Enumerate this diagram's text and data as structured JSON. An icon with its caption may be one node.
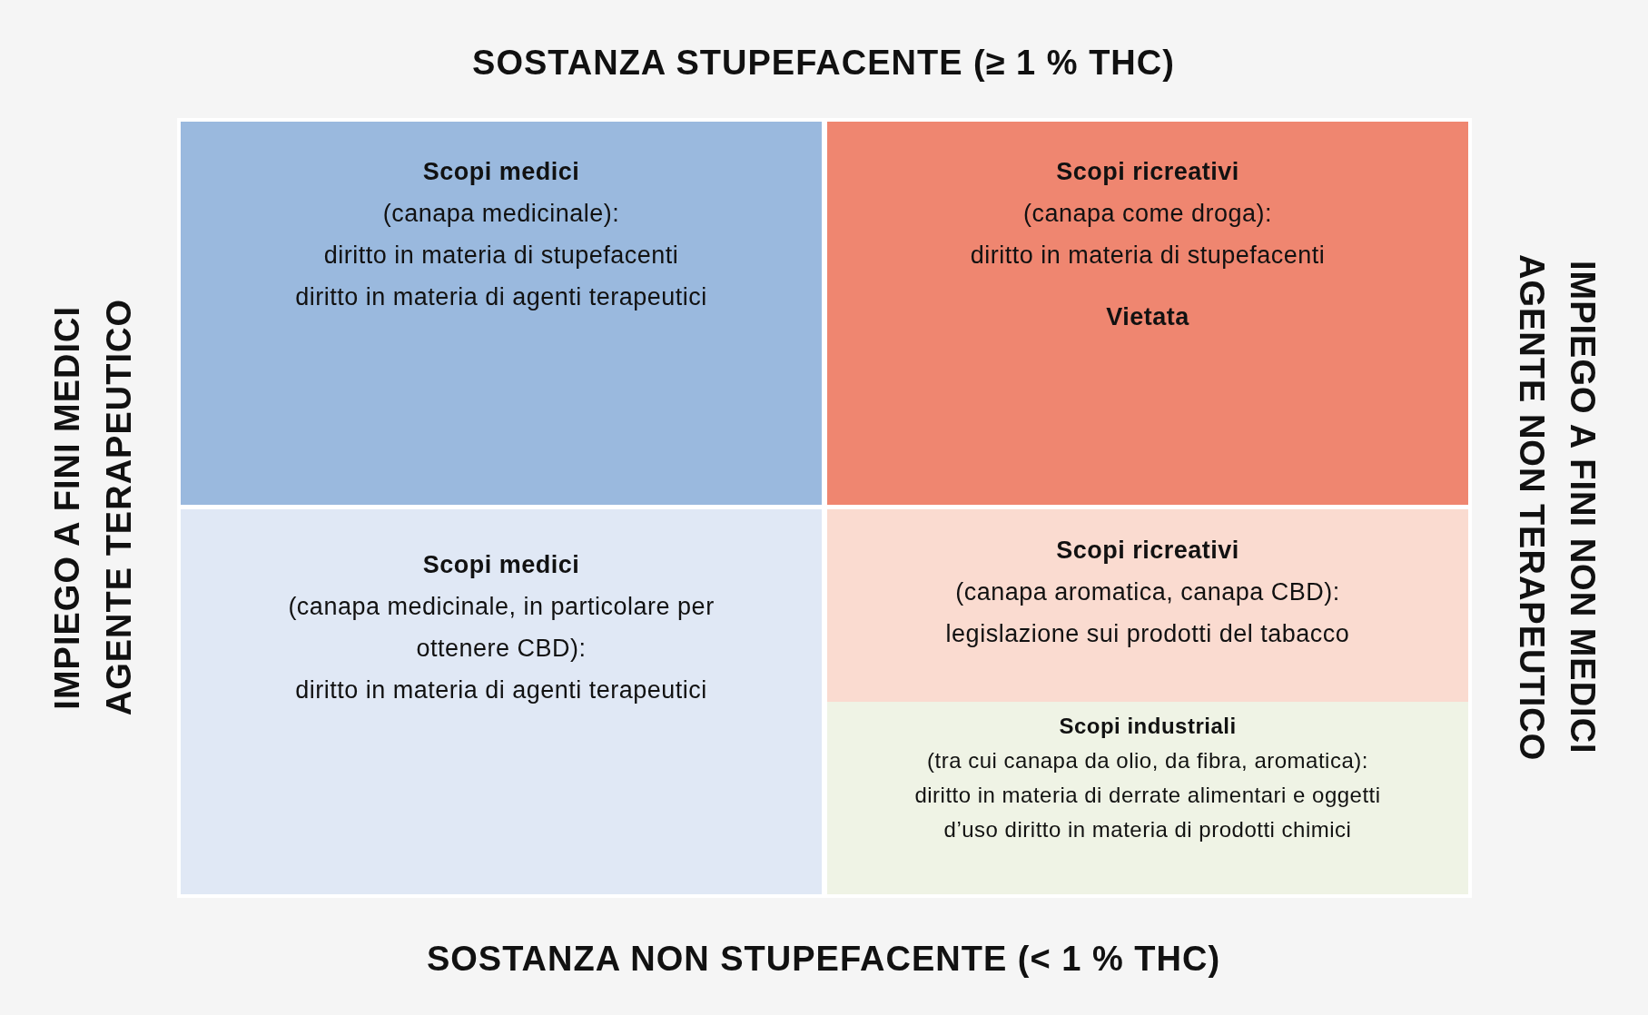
{
  "diagram": {
    "nodes": [
      {
        "text": [
          "Scopi medici",
          "(canapa medicinale):",
          "diritto in materia di stupefacenti",
          "diritto in materia di agenti terapeutici"
        ]
      },
      {
        "text": [
          "Scopi ricreativi",
          "(canapa come droga):",
          "diritto in materia di stupefacenti",
          "Vietata"
        ]
      },
      {
        "text": [
          "Scopi medici",
          "(canapa medicinale, in particolare per ottenere CBD):",
          "diritto in materia di agenti terapeutici"
        ]
      },
      {
        "text": [
          "Scopi ricreativi",
          "(canapa aromatica, canapa CBD):",
          "legislazione sui prodotti del tabacco"
        ]
      },
      {
        "text": [
          "Scopi industriali",
          "(tra cui canapa da olio, da fibra, aromatica):",
          "diritto in materia di derrate alimentari e oggetti d’uso diritto in materia di prodotti chimici"
        ]
      }
    ],
    "labels": [
      "SOSTANZA STUPEFACENTE (≥ 1 % THC)",
      "IMPIEGO A FINI MEDICI",
      "AGENTE TERAPEUTICO",
      "IMPIEGO A FINI NON MEDICI",
      "AGENTE NON TERAPEUTICO",
      "SOSTANZA NON STUPEFACENTE (< 1 % THC)"
    ]
  }
}
